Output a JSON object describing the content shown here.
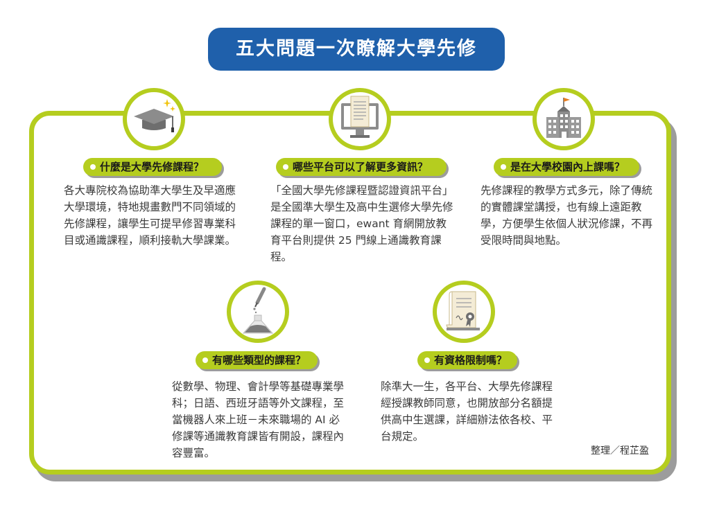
{
  "title": "五大問題一次瞭解大學先修",
  "sections": [
    {
      "icon": "graduation-cap-icon",
      "heading": "什麼是大學先修課程？",
      "body": "各大專院校為協助準大學生及早適應大學環境，特地規畫數門不同領域的先修課程，讓學生可提早修習專業科目或通識課程，順利接軌大學課業。"
    },
    {
      "icon": "computer-document-icon",
      "heading": "哪些平台可以了解更多資訊？",
      "body": "「全國大學先修課程暨認證資訊平台」是全國準大學生及高中生選修大學先修課程的單一窗口，ewant 育網開放教育平台則提供 25 門線上通識教育課程。"
    },
    {
      "icon": "school-building-icon",
      "heading": "是在大學校園內上課嗎？",
      "body": "先修課程的教學方式多元，除了傳統的實體課堂講授，也有線上遠距教學，方便學生依個人狀況修課，不再受限時間與地點。"
    },
    {
      "icon": "lab-flask-icon",
      "heading": "有哪些類型的課程？",
      "body": "從數學、物理、會計學等基礎專業學科；日語、西班牙語等外文課程，至當機器人來上班－未來職場的 AI 必修課等通識教育課皆有開設，課程內容豐富。"
    },
    {
      "icon": "certificate-icon",
      "heading": "有資格限制嗎？",
      "body": "除準大一生，各平台、大學先修課程經授課教師同意，也開放部分名額提供高中生選課，詳細辦法依各校、平台規定。"
    }
  ],
  "credit": "整理／程芷盈",
  "colors": {
    "accent": "#b5cd1f",
    "title_bg": "#1f60ab",
    "shadow": "#9c9c9c"
  }
}
